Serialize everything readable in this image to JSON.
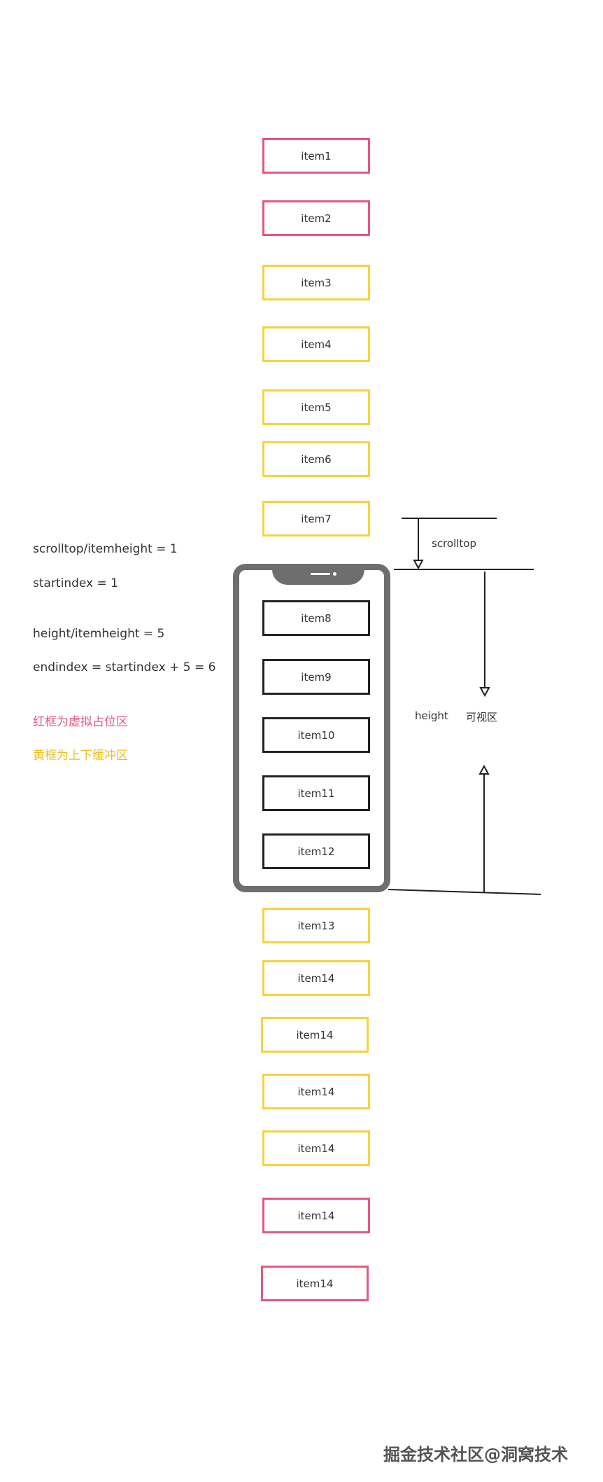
{
  "items": [
    {
      "label": "item1",
      "kind": "placeholder"
    },
    {
      "label": "item2",
      "kind": "placeholder"
    },
    {
      "label": "item3",
      "kind": "buffer"
    },
    {
      "label": "item4",
      "kind": "buffer"
    },
    {
      "label": "item5",
      "kind": "buffer"
    },
    {
      "label": "item6",
      "kind": "buffer"
    },
    {
      "label": "item7",
      "kind": "buffer"
    },
    {
      "label": "item8",
      "kind": "visible"
    },
    {
      "label": "item9",
      "kind": "visible"
    },
    {
      "label": "item10",
      "kind": "visible"
    },
    {
      "label": "item11",
      "kind": "visible"
    },
    {
      "label": "item12",
      "kind": "visible"
    },
    {
      "label": "item13",
      "kind": "buffer"
    },
    {
      "label": "item14",
      "kind": "buffer"
    },
    {
      "label": "item14",
      "kind": "buffer"
    },
    {
      "label": "item14",
      "kind": "buffer"
    },
    {
      "label": "item14",
      "kind": "buffer"
    },
    {
      "label": "item14",
      "kind": "placeholder"
    },
    {
      "label": "item14",
      "kind": "placeholder"
    }
  ],
  "formulas": {
    "scrolltop_ratio": "scrolltop/itemheight = 1",
    "startindex": "startindex = 1",
    "height_ratio": "height/itemheight = 5",
    "endindex": "endindex = startindex + 5  = 6"
  },
  "legend": {
    "red": "红框为虚拟占位区",
    "yellow": "黄框为上下缓冲区"
  },
  "annotations": {
    "scrolltop": "scrolltop",
    "height": "height",
    "visible_area": "可视区"
  },
  "watermark": "掘金技术社区@洞窝技术",
  "colors": {
    "placeholder": "#e8577e",
    "buffer": "#f7d23e",
    "visible": "#222222",
    "phone": "#6e6e6e"
  }
}
